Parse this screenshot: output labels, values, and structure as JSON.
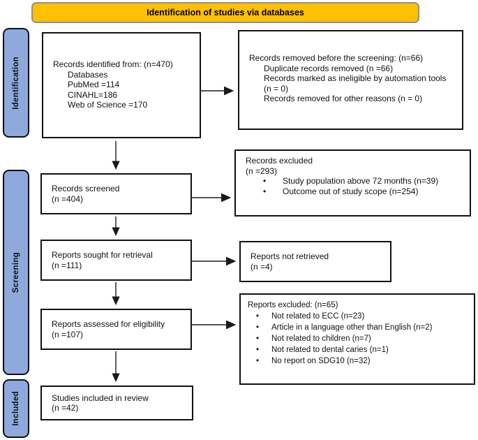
{
  "banner": {
    "label": "Identification of studies via databases"
  },
  "stages": [
    {
      "label": "Identification"
    },
    {
      "label": "Screening"
    },
    {
      "label": "Included"
    }
  ],
  "boxes": {
    "identified": {
      "title": "Records identified from: (n=470)",
      "lines": [
        "Databases",
        "PubMed =114",
        "CINAHL=186",
        "Web of Science =170"
      ]
    },
    "removed": {
      "title": "Records removed before the screening: (n=66)",
      "lines": [
        "Duplicate records removed (n =66)",
        "Records marked as ineligible by automation tools (n = 0)",
        "Records removed for other reasons (n = 0)"
      ]
    },
    "screened": {
      "title": "Records screened",
      "count": "(n =404)"
    },
    "records_excluded": {
      "title": "Records excluded",
      "count": "(n =293)",
      "items": [
        "Study population above 72 months (n=39)",
        "Outcome out of study scope (n=254)"
      ]
    },
    "sought": {
      "title": "Reports sought for retrieval",
      "count": "(n =111)"
    },
    "not_retrieved": {
      "title": "Reports not retrieved",
      "count": "(n =4)"
    },
    "assessed": {
      "title": "Reports assessed for eligibility",
      "count": "(n =107)"
    },
    "reports_excluded": {
      "title": "Reports excluded: (n=65)",
      "items": [
        "Not related to ECC (n=23)",
        "Article in a language other than English (n=2)",
        "Not related to children (n=7)",
        "Not related to dental caries (n=1)",
        "No report on SDG10 (n=32)"
      ]
    },
    "included": {
      "title": "Studies included in review",
      "count": "(n =42)"
    }
  },
  "colors": {
    "banner_fill": "#FFC000",
    "banner_border": "#8F8F8F",
    "stage_fill": "#8EA9DB",
    "box_border": "#111111",
    "arrow": "#1A1A1A",
    "background": "#FFFFFF"
  }
}
